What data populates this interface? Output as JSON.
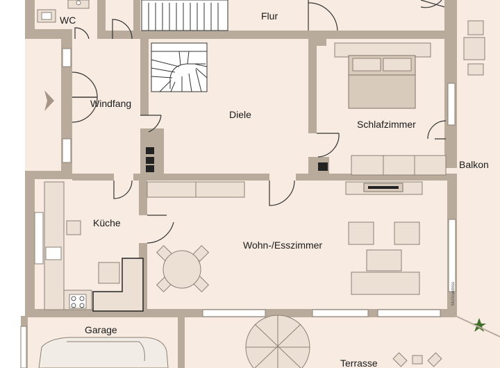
{
  "rooms": {
    "wc": "WC",
    "flur": "Flur",
    "windfang": "Windfang",
    "diele": "Diele",
    "schlafzimmer": "Schlafzimmer",
    "balkon": "Balkon",
    "kueche": "Küche",
    "wohn_ess": "Wohn-/Esszimmer",
    "garage": "Garage",
    "terrasse": "Terrasse"
  },
  "watermark": "McGrundriss",
  "colors": {
    "floor": "#f7ebe2",
    "wall": "#b9ab9c",
    "furniture": "#ebe0d3",
    "garden": "#ffffff"
  },
  "icons": {
    "entrance": "entrance-arrow-icon",
    "plant": "plant-icon"
  }
}
